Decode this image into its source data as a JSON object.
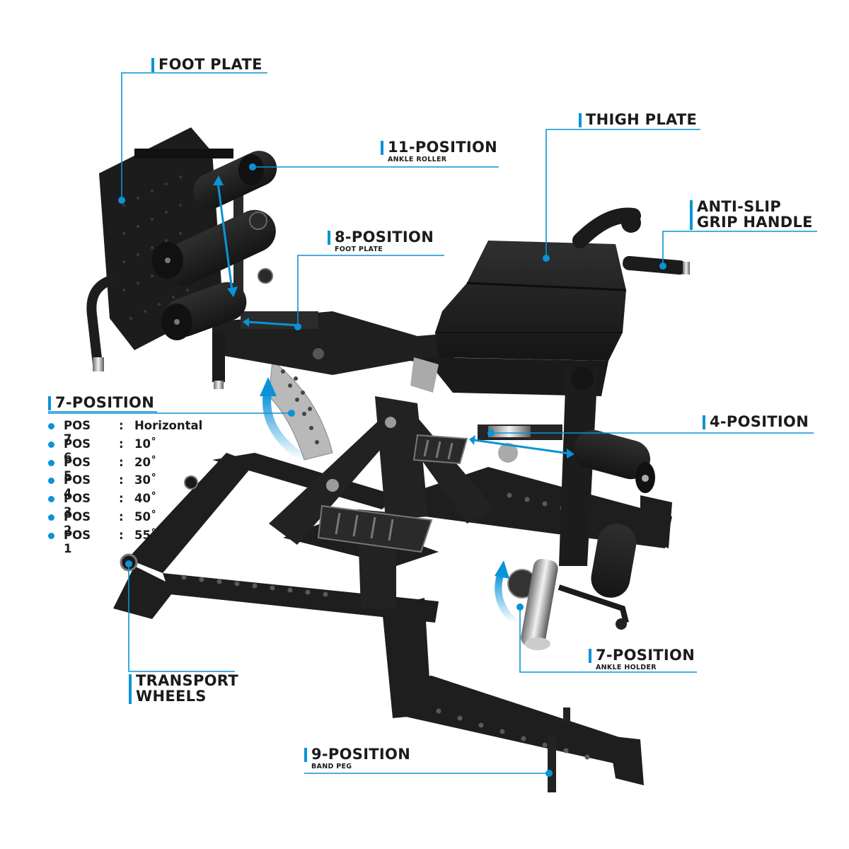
{
  "colors": {
    "accent": "#0a93d6",
    "frame": "#1e1e1e",
    "text": "#1b1b1b"
  },
  "labels": {
    "foot_plate": {
      "title": "FOOT PLATE"
    },
    "ankle_roller": {
      "title": "11-POSITION",
      "sub": "ANKLE ROLLER"
    },
    "foot_plate_8": {
      "title": "8-POSITION",
      "sub": "FOOT PLATE"
    },
    "thigh_plate": {
      "title": "THIGH PLATE"
    },
    "grip_handle": {
      "line1": "ANTI-SLIP",
      "line2": "GRIP HANDLE"
    },
    "seven_position": {
      "title": "7-POSITION"
    },
    "four_position": {
      "title": "4-POSITION"
    },
    "transport": {
      "line1": "TRANSPORT",
      "line2": "WHEELS"
    },
    "ankle_holder": {
      "title": "7-POSITION",
      "sub": "ANKLE HOLDER"
    },
    "band_peg": {
      "title": "9-POSITION",
      "sub": "BAND PEG"
    }
  },
  "positions": [
    {
      "name": "POS 7",
      "sep": ":",
      "value": "Horizontal"
    },
    {
      "name": "POS 6",
      "sep": ":",
      "value": "10˚"
    },
    {
      "name": "POS 5",
      "sep": ":",
      "value": "20˚"
    },
    {
      "name": "POS 4",
      "sep": ":",
      "value": "30˚"
    },
    {
      "name": "POS 3",
      "sep": ":",
      "value": "40˚"
    },
    {
      "name": "POS 2",
      "sep": ":",
      "value": "50˚"
    },
    {
      "name": "POS 1",
      "sep": ":",
      "value": "55˚"
    }
  ]
}
